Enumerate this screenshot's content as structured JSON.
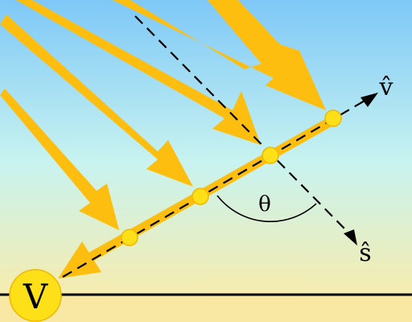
{
  "colors": {
    "sky_top": "#7ec8f7",
    "sky_mid": "#c8f3f0",
    "sky_bottom": "#f6ecae",
    "ground": "#f8e8a4",
    "ray": "#fdbe10",
    "dot": "#fde018",
    "dot_edge": "#f0b800",
    "line": "#000000",
    "V_circle": "#fde018"
  },
  "labels": {
    "v_hat": "v̂",
    "s_hat": "ŝ",
    "theta": "θ",
    "V": "V"
  }
}
